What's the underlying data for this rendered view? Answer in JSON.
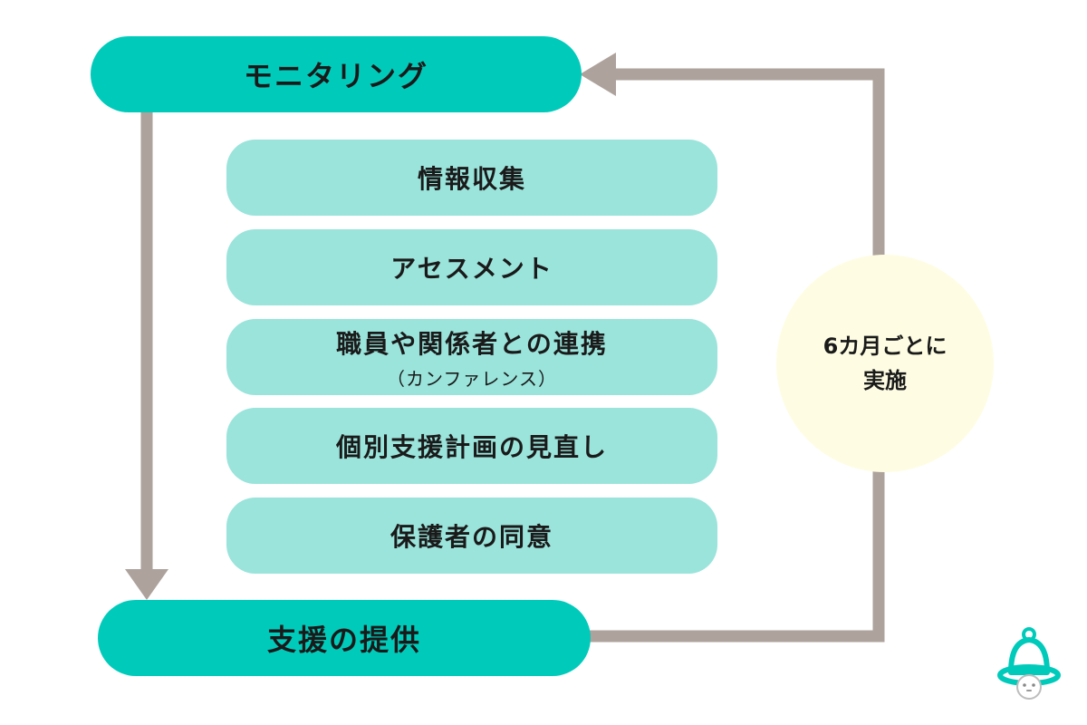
{
  "diagram": {
    "top_node": "モニタリング",
    "bottom_node": "支援の提供",
    "steps": [
      {
        "label": "情報収集"
      },
      {
        "label": "アセスメント"
      },
      {
        "label": "職員や関係者との連携",
        "sub": "（カンファレンス）"
      },
      {
        "label": "個別支援計画の見直し"
      },
      {
        "label": "保護者の同意"
      }
    ],
    "cycle": {
      "line1": "6カ月ごとに",
      "line2": "実施"
    }
  },
  "colors": {
    "main_pill": "#00cbbb",
    "step_pill": "#9ae4db",
    "arrow": "#ada29c",
    "cycle_circle": "#fefde3"
  },
  "logo": {
    "icon": "bell-mascot-icon"
  }
}
